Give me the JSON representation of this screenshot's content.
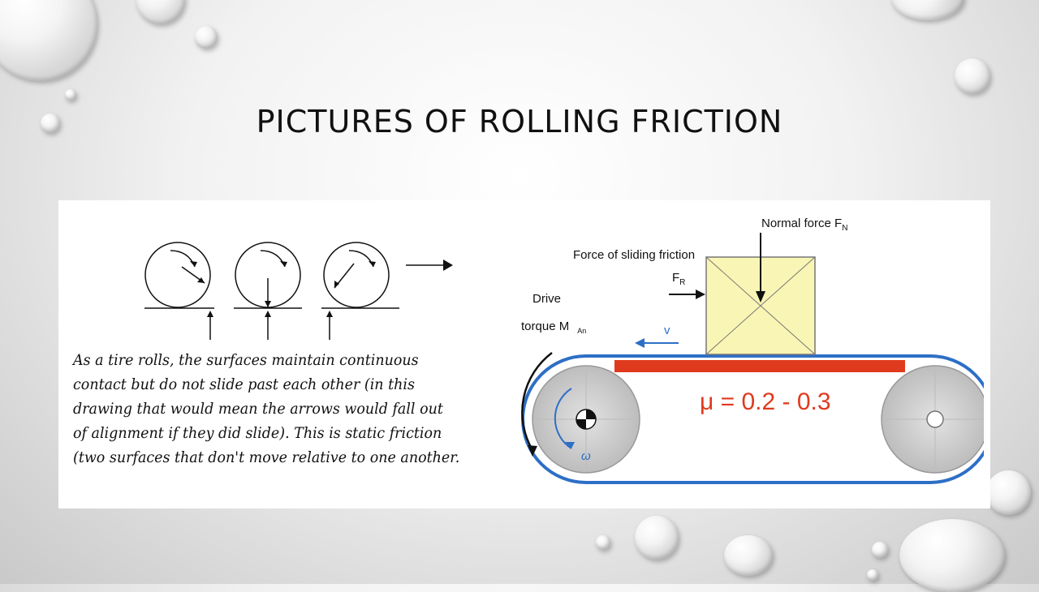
{
  "slide": {
    "title": "Pictures of Rolling Friction"
  },
  "left_figure": {
    "caption": "As a tire rolls, the surfaces maintain continuous contact but do not slide past each other (in this drawing that would mean the arrows would fall out of alignment if they did slide).  This is static friction (two surfaces that don't move relative to one another."
  },
  "right_figure": {
    "normal_force": "Normal force F",
    "normal_force_sub": "N",
    "sliding_friction": "Force of sliding friction",
    "friction_symbol": "F",
    "friction_sub": "R",
    "drive_line1": "Drive",
    "drive_line2": "torque M",
    "drive_sub": "An",
    "velocity": "v",
    "omega": "ω",
    "mu": "μ = 0.2 - 0.3"
  },
  "colors": {
    "belt": "#2d6fc6",
    "friction_bar": "#e03a1e",
    "mu_text": "#e03a1e",
    "box_fill": "#f9f5b4",
    "omega": "#2d6fc6"
  }
}
